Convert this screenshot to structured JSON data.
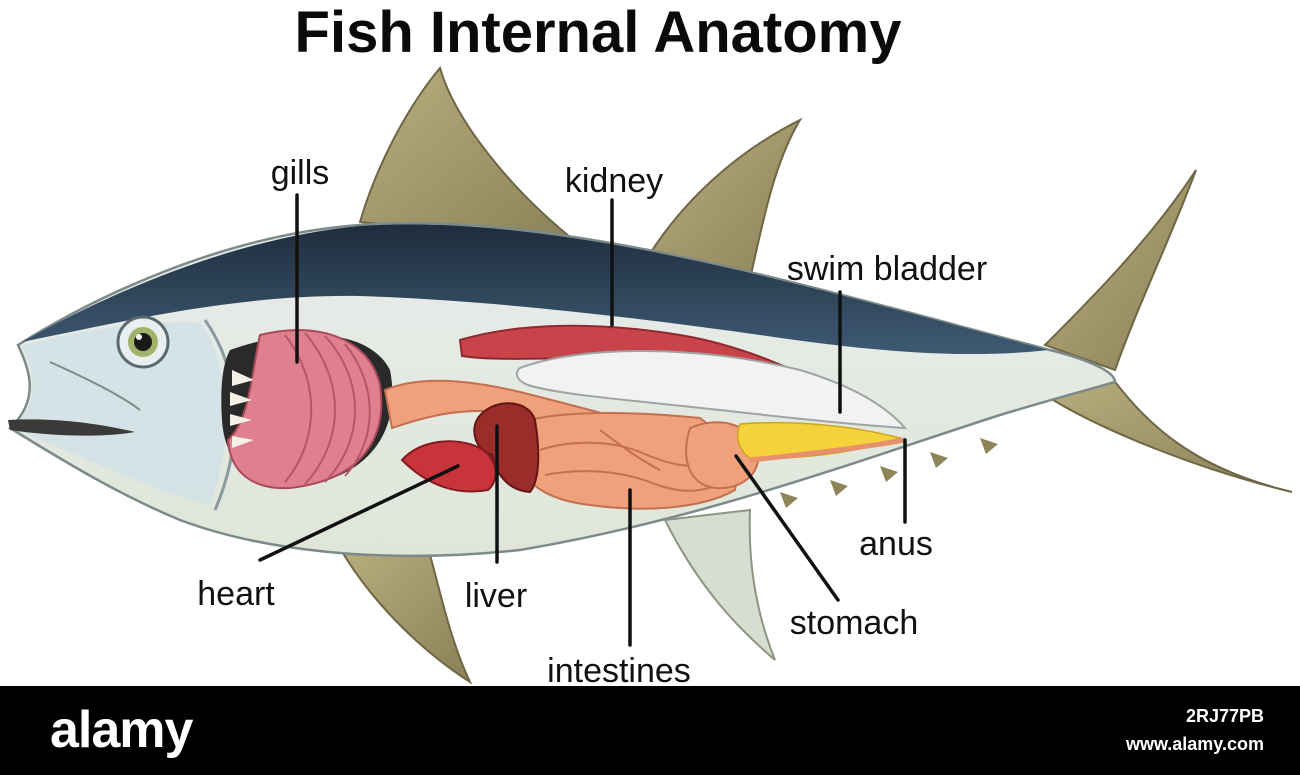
{
  "title": "Fish Internal Anatomy",
  "labels": {
    "gills": "gills",
    "kidney": "kidney",
    "swim_bladder": "swim bladder",
    "heart": "heart",
    "liver": "liver",
    "intestines": "intestines",
    "stomach": "stomach",
    "anus": "anus"
  },
  "watermark": {
    "brand": "alamy",
    "image_id": "2RJ77PB",
    "site": "www.alamy.com"
  },
  "colors": {
    "back": "#2a3b4d",
    "belly": "#eef1ec",
    "fin": "#a69a6a",
    "gills": "#e07f8e",
    "kidney": "#c8434a",
    "swim_bladder": "#f0f0f0",
    "intestines": "#f0a07a",
    "liver": "#9a2c2a",
    "heart": "#c8343a",
    "fat": "#f6d23a"
  }
}
